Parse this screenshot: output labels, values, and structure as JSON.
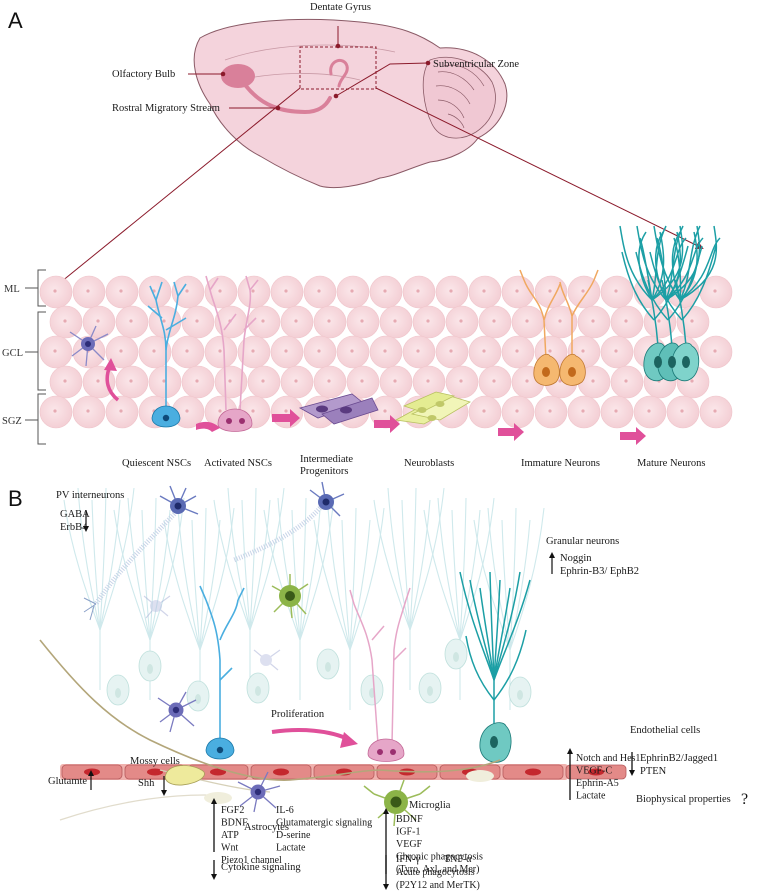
{
  "panel_a": {
    "letter": "A",
    "brain_labels": {
      "dentate_gyrus": "Dentate Gyrus",
      "olfactory_bulb": "Olfactory Bulb",
      "subventricular_zone": "Subventricular Zone",
      "rostral_migratory_stream": "Rostral Migratory Stream"
    },
    "layers": [
      "ML",
      "GCL",
      "SGZ"
    ],
    "stages": {
      "quiescent": "Quiescent NSCs",
      "activated": "Activated NSCs",
      "intermediate_1": "Intermediate",
      "intermediate_2": "Progenitors",
      "neuroblasts": "Neuroblasts",
      "immature": "Immature Neurons",
      "mature": "Mature Neurons"
    }
  },
  "panel_b": {
    "letter": "B",
    "pv": {
      "title": "PV interneurons",
      "items": [
        "GABA",
        "ErbB4"
      ]
    },
    "granular": {
      "title": "Granular neurons",
      "items": [
        "Noggin",
        "Ephrin-B3/ EphB2"
      ]
    },
    "proliferation": "Proliferation",
    "mossy": {
      "title": "Mossy cells",
      "glutamate": "Glutamte",
      "shh": "Shh"
    },
    "astrocytes": {
      "title": "Astrocytes",
      "up_col1": [
        "FGF2",
        "BDNF",
        "ATP",
        "Wnt",
        "Piezo1 channel"
      ],
      "up_col2": [
        "IL-6",
        "Glutamatergic signaling",
        "D-serine",
        "Lactate"
      ],
      "down": "Cytokine signaling"
    },
    "microglia": {
      "title": "Microglia",
      "up": [
        "BDNF",
        "IGF-1",
        "VEGF",
        "Chronic phagocytosis",
        "(Tyro, Axl, and Mer)"
      ],
      "down_row1": [
        "IFN-γ",
        "TNF-α"
      ],
      "down_rest": [
        "Acute phagocytosis",
        "(P2Y12 and MerTK)"
      ]
    },
    "endothelial": {
      "title": "Endothelial cells",
      "up": [
        "Notch and Hes1",
        "VEGF-C",
        "Ephrin-A5",
        "Lactate"
      ],
      "down": [
        "EphrinB2/Jagged1",
        "PTEN"
      ],
      "biophysical": "Biophysical properties",
      "question": "?"
    }
  },
  "colors": {
    "brain_fill": "#f4d3dc",
    "brain_stroke": "#8a5a66",
    "dark_red": "#8b1a2b",
    "pink_arrow": "#e0509a",
    "layer_cell": "#f7d9dc",
    "quiescent": "#4aaee0",
    "activated": "#e6a6c8",
    "intermediate": "#8a6aa8",
    "neuroblast": "#eaf0a0",
    "immature": "#f0a860",
    "mature": "#1c9fa5",
    "vessel": "#e38a88",
    "faint": "#cfe9ec"
  }
}
